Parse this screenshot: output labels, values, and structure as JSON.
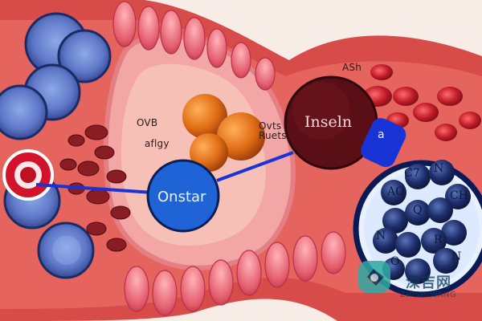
{
  "labels": {
    "ash": "ASh",
    "ovb": "OVB",
    "aflgy": "aflgy",
    "ovts": "Ovts",
    "ruets": "Ruets",
    "inseln": "Inseln",
    "onstar": "Onstar",
    "a": "a"
  },
  "cluster_letters": [
    "C7",
    "N",
    "AO",
    "Q",
    "CH",
    "N",
    "R",
    "O",
    "N"
  ],
  "watermark": {
    "line1": "深吉网",
    "line2": "ZHISHIWANG"
  },
  "colors": {
    "tissue": "#d9514f",
    "dark_red": "#7a1a1f",
    "blue_line": "#1833d6",
    "onstar_blue": "#1f63d6",
    "inseln_maroon": "#5a0f16"
  }
}
